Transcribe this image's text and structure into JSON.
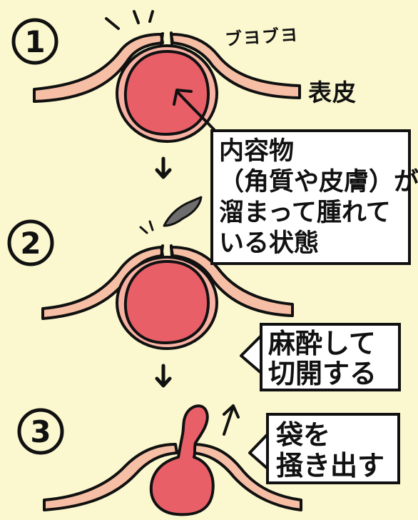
{
  "steps": [
    {
      "number": "1"
    },
    {
      "number": "2"
    },
    {
      "number": "3"
    }
  ],
  "labels": {
    "sound_effect": "ブヨブヨ",
    "skin": "表皮"
  },
  "callouts": {
    "contents": [
      "内容物",
      "（角質や皮膚）が",
      "溜まって腫れて",
      "いる状態"
    ],
    "incise": [
      "麻酔して",
      "切開する"
    ],
    "extract": [
      "袋を",
      "掻き出す"
    ]
  },
  "colors": {
    "background": "#fbf8cf",
    "skin_fill": "#f6bfa5",
    "cyst_fill": "#e95f68",
    "cyst_ring": "#f8b2a4",
    "blade": "#6d6d6d",
    "ink": "#111111"
  }
}
